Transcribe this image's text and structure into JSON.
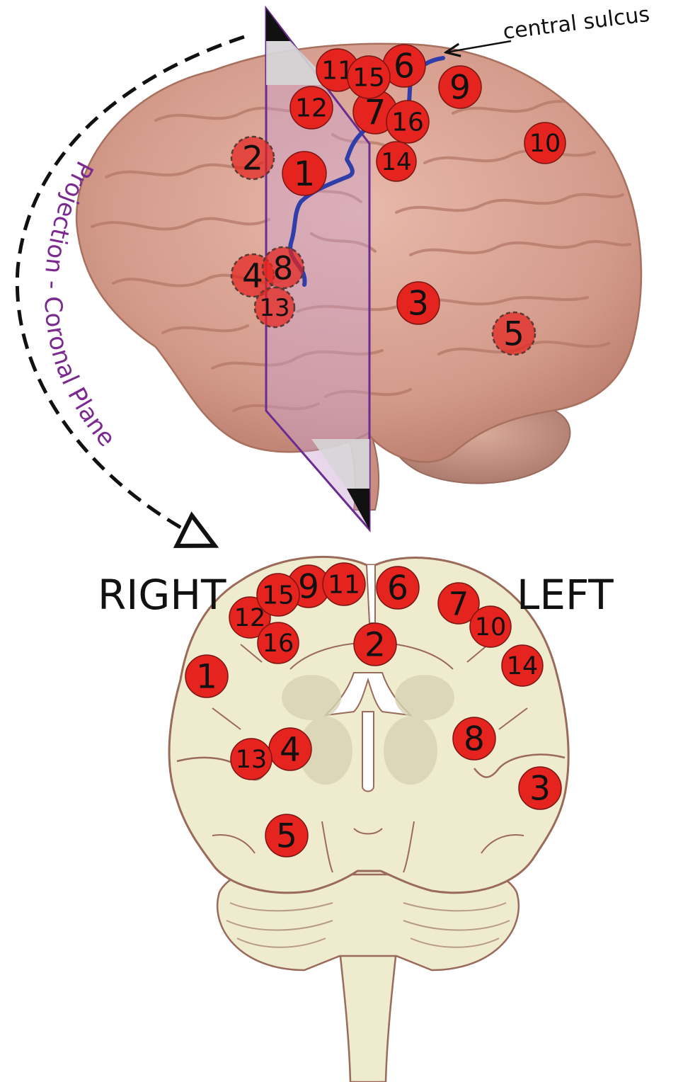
{
  "annotations": {
    "central_sulcus": "central sulcus",
    "projection": "Projection - Coronal Plane",
    "right": "RIGHT",
    "left": "LEFT"
  },
  "colors": {
    "marker_fill": "#e5241f",
    "sulcus_line": "#2f3ea8",
    "plane_edge": "#6a2c91",
    "coronal_fill": "#eeebcf",
    "coronal_outline": "#9a6a5a",
    "brain_tissue": "#d9a596"
  },
  "lateral_markers": [
    {
      "label": "1",
      "style": "solid"
    },
    {
      "label": "2",
      "style": "faded"
    },
    {
      "label": "3",
      "style": "solid"
    },
    {
      "label": "4",
      "style": "faded"
    },
    {
      "label": "5",
      "style": "faded"
    },
    {
      "label": "6",
      "style": "solid"
    },
    {
      "label": "7",
      "style": "solid"
    },
    {
      "label": "8",
      "style": "faded"
    },
    {
      "label": "9",
      "style": "solid"
    },
    {
      "label": "10",
      "style": "solid"
    },
    {
      "label": "11",
      "style": "solid"
    },
    {
      "label": "12",
      "style": "solid"
    },
    {
      "label": "13",
      "style": "faded"
    },
    {
      "label": "14",
      "style": "solid"
    },
    {
      "label": "15",
      "style": "solid"
    },
    {
      "label": "16",
      "style": "solid"
    }
  ],
  "coronal_markers": [
    {
      "label": "1"
    },
    {
      "label": "2"
    },
    {
      "label": "3"
    },
    {
      "label": "4"
    },
    {
      "label": "5"
    },
    {
      "label": "6"
    },
    {
      "label": "7"
    },
    {
      "label": "8"
    },
    {
      "label": "9"
    },
    {
      "label": "10"
    },
    {
      "label": "11"
    },
    {
      "label": "12"
    },
    {
      "label": "13"
    },
    {
      "label": "14"
    },
    {
      "label": "15"
    },
    {
      "label": "16"
    }
  ]
}
